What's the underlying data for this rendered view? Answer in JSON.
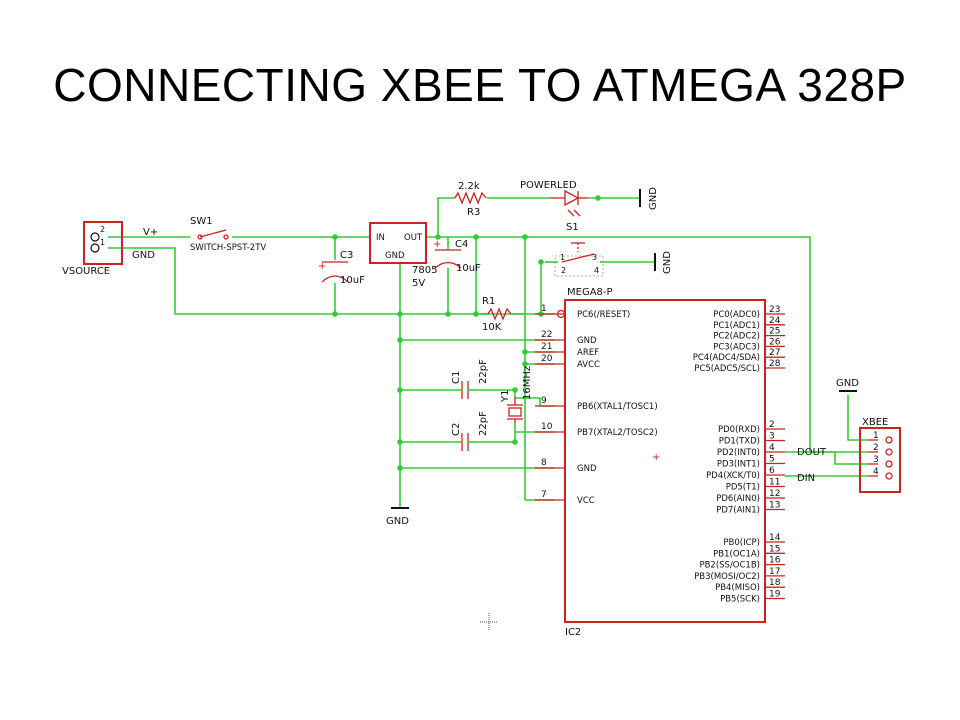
{
  "title": "CONNECTING XBEE TO ATMEGA 328P",
  "colors": {
    "wire": "#33cc33",
    "outline": "#cc2222",
    "text": "#111111"
  },
  "parts": {
    "vsource": {
      "name": "VSOURCE",
      "pin2": "2",
      "pin1": "1",
      "vplus": "V+",
      "gnd": "GND"
    },
    "sw1": {
      "name": "SW1",
      "value": "SWITCH-SPST-2TV"
    },
    "c3": {
      "name": "C3",
      "value": "10uF"
    },
    "regulator": {
      "in": "IN",
      "out": "OUT",
      "gnd": "GND",
      "value": "7805",
      "voltage": "5V"
    },
    "c4": {
      "name": "C4",
      "value": "10uF"
    },
    "r3": {
      "value": "2.2k",
      "name": "R3"
    },
    "powerled": {
      "name": "POWERLED"
    },
    "s1": {
      "name": "S1",
      "p1": "1",
      "p2": "2",
      "p3": "3",
      "p4": "4"
    },
    "r1": {
      "name": "R1",
      "value": "10K"
    },
    "c1": {
      "name": "C1",
      "value": "22pF"
    },
    "c2": {
      "name": "C2",
      "value": "22pF"
    },
    "y1": {
      "name": "Y1",
      "value": "16MHz"
    },
    "gnd_labels": {
      "top": "GND",
      "s1": "GND",
      "bottom": "GND",
      "xbee": "GND"
    },
    "mcu": {
      "name": "MEGA8-P",
      "ref": "IC2",
      "left_pins": [
        {
          "num": "1",
          "label": "PC6(/RESET)"
        },
        {
          "num": "22",
          "label": "GND"
        },
        {
          "num": "21",
          "label": "AREF"
        },
        {
          "num": "20",
          "label": "AVCC"
        },
        {
          "num": "9",
          "label": "PB6(XTAL1/TOSC1)"
        },
        {
          "num": "10",
          "label": "PB7(XTAL2/TOSC2)"
        },
        {
          "num": "8",
          "label": "GND"
        },
        {
          "num": "7",
          "label": "VCC"
        }
      ],
      "right_pins": [
        {
          "num": "23",
          "label": "PC0(ADC0)"
        },
        {
          "num": "24",
          "label": "PC1(ADC1)"
        },
        {
          "num": "25",
          "label": "PC2(ADC2)"
        },
        {
          "num": "26",
          "label": "PC3(ADC3)"
        },
        {
          "num": "27",
          "label": "PC4(ADC4/SDA)"
        },
        {
          "num": "28",
          "label": "PC5(ADC5/SCL)"
        },
        {
          "num": "2",
          "label": "PD0(RXD)"
        },
        {
          "num": "3",
          "label": "PD1(TXD)"
        },
        {
          "num": "4",
          "label": "PD2(INT0)"
        },
        {
          "num": "5",
          "label": "PD3(INT1)"
        },
        {
          "num": "6",
          "label": "PD4(XCK/T0)"
        },
        {
          "num": "11",
          "label": "PD5(T1)"
        },
        {
          "num": "12",
          "label": "PD6(AIN0)"
        },
        {
          "num": "13",
          "label": "PD7(AIN1)"
        },
        {
          "num": "14",
          "label": "PB0(ICP)"
        },
        {
          "num": "15",
          "label": "PB1(OC1A)"
        },
        {
          "num": "16",
          "label": "PB2(SS/OC1B)"
        },
        {
          "num": "17",
          "label": "PB3(MOSI/OC2)"
        },
        {
          "num": "18",
          "label": "PB4(MISO)"
        },
        {
          "num": "19",
          "label": "PB5(SCK)"
        }
      ]
    },
    "xbee": {
      "name": "XBEE",
      "pins": [
        "1",
        "2",
        "3",
        "4"
      ],
      "dout": "DOUT",
      "din": "DIN"
    }
  }
}
